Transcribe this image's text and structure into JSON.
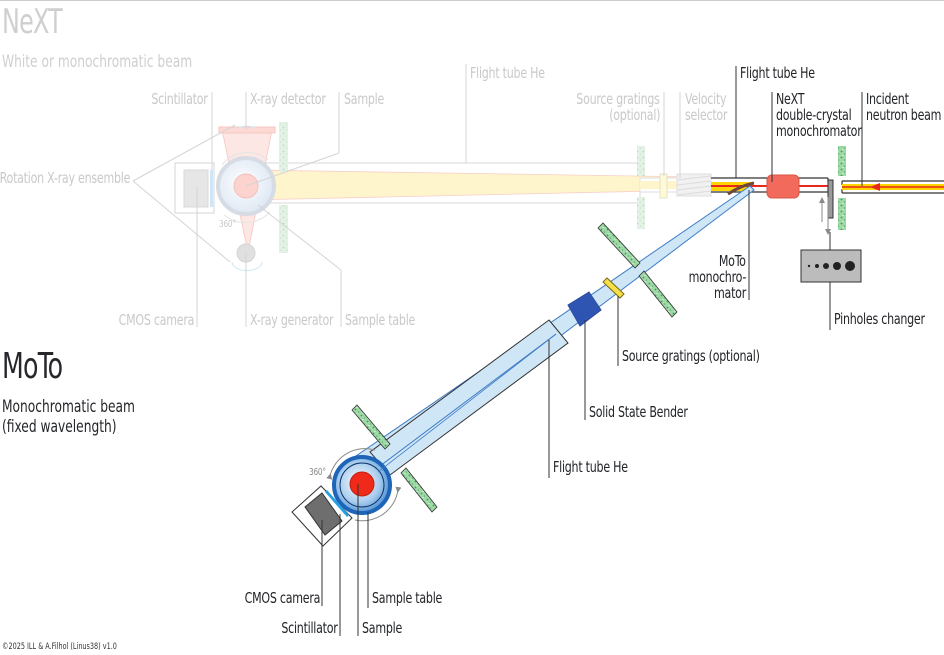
{
  "next": {
    "title": "NeXT",
    "subtitle": "White or monochromatic beam",
    "labels": {
      "scintillator": "Scintillator",
      "xray_detector": "X-ray detector",
      "sample": "Sample",
      "rotation_xray_ensemble": "Rotation X-ray ensemble",
      "cmos_camera": "CMOS camera",
      "xray_generator": "X-ray generator",
      "sample_table": "Sample table",
      "flight_tube": "Flight tube He",
      "source_gratings": "Source gratings",
      "source_gratings_note": "(optional)",
      "velocity_selector_1": "Velocity",
      "velocity_selector_2": "selector",
      "rotation_angle": "360°"
    }
  },
  "beamline": {
    "flight_tube": "Flight tube He",
    "monochromator_1": "NeXT",
    "monochromator_2": "double-crystal",
    "monochromator_3": "monochromator",
    "incident_1": "Incident",
    "incident_2": "neutron beam",
    "moto_mono_1": "MoTo",
    "moto_mono_2": "monochro-",
    "moto_mono_3": "mator",
    "pinholes_changer": "Pinholes changer"
  },
  "moto": {
    "title": "MoTo",
    "subtitle_1": "Monochromatic beam",
    "subtitle_2": "(fixed wavelength)",
    "labels": {
      "source_gratings": "Source gratings (optional)",
      "solid_state_bender": "Solid State Bender",
      "flight_tube": "Flight tube He",
      "cmos_camera": "CMOS camera",
      "scintillator": "Scintillator",
      "sample_table": "Sample table",
      "sample": "Sample",
      "rotation_angle": "360°"
    }
  },
  "footer": {
    "copyright": "©2025  ILL & A.Filhol (Linus38) v1.0"
  },
  "colors": {
    "faded_text": "#c9c9c9",
    "dark_text": "#222428",
    "shield_green": "#8ccf9a",
    "beam_yellow": "#ffd400",
    "beam_red": "#e8281e",
    "moto_beam": "#cfe6f7",
    "bender_blue": "#2f55b3",
    "sample_red": "#f02a1a",
    "table_blue": "#1e64b8",
    "mono_red": "#f26a5c"
  }
}
